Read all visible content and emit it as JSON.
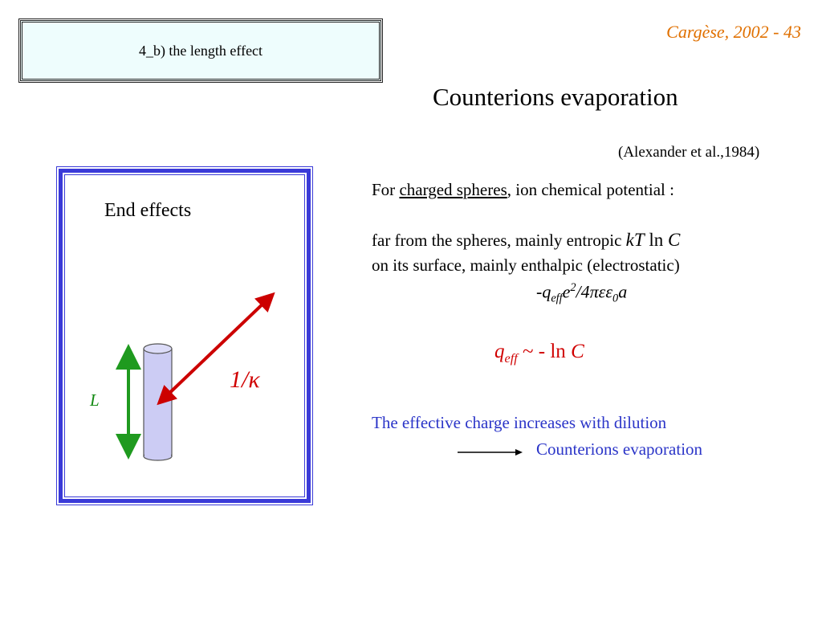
{
  "header": {
    "section_title": "4_b) the length effect",
    "slide_ref": "Cargèse, 2002 - 43"
  },
  "main": {
    "title": "Counterions evaporation",
    "citation": "(Alexander et al.,1984)",
    "spheres_prefix": "For ",
    "spheres_link": "charged spheres",
    "spheres_suffix": ", ion chemical potential :",
    "far_text": "far from the spheres, mainly entropic ",
    "far_formula_kT": "kT",
    "far_formula_ln": " ln ",
    "far_formula_C": "C",
    "surface_text": "on its surface, mainly enthalpic (electrostatic)",
    "energy_formula": {
      "minus": "-",
      "q": "q",
      "eff": "eff",
      "e": "e",
      "sq": "2",
      "over": "/4πεε",
      "zero": "0",
      "a": "a"
    },
    "qeff_formula": {
      "q": "q",
      "eff": "eff",
      "rel": " ~ - ",
      "ln": "ln ",
      "C": "C"
    },
    "dilution_text": "The effective charge increases with dilution",
    "evaporation_text": "Counterions evaporation"
  },
  "figure": {
    "end_effects": "End effects",
    "length_label": "L",
    "debye_label": "1/κ",
    "colors": {
      "frame": "#3a3ad8",
      "cylinder_fill": "#ccccf4",
      "length_arrow": "#1f9a1f",
      "debye_arrow": "#cc0000"
    }
  }
}
